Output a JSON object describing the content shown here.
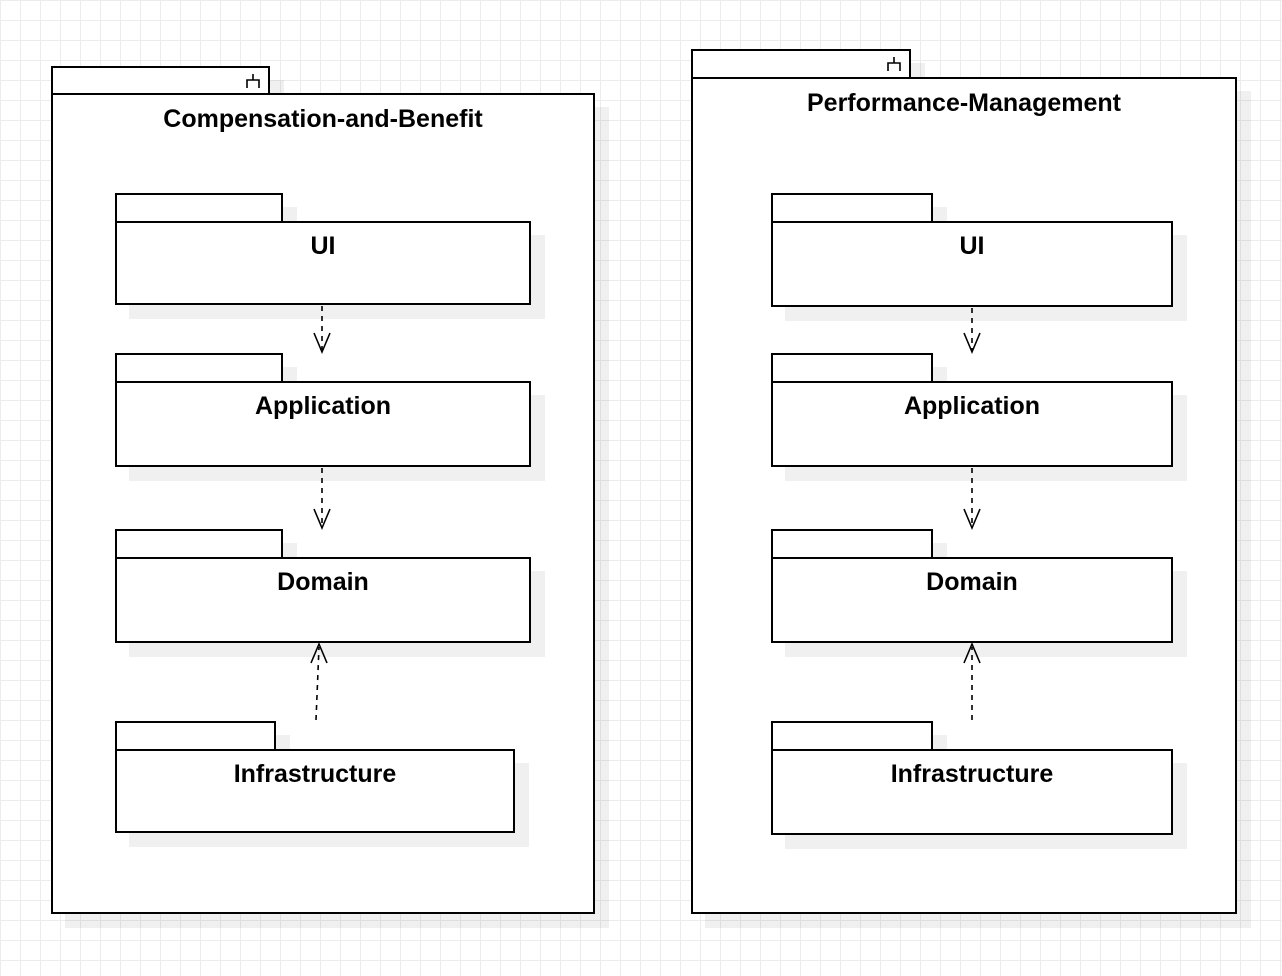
{
  "colors": {
    "stroke": "#000000",
    "fill": "#ffffff",
    "grid": "#ececec"
  },
  "contexts": [
    {
      "title": "Compensation-and-Benefit",
      "icon": "component-icon",
      "layers": {
        "ui": "UI",
        "application": "Application",
        "domain": "Domain",
        "infrastructure": "Infrastructure"
      }
    },
    {
      "title": "Performance-Management",
      "icon": "component-icon",
      "layers": {
        "ui": "UI",
        "application": "Application",
        "domain": "Domain",
        "infrastructure": "Infrastructure"
      }
    }
  ],
  "relations": [
    {
      "from": "UI",
      "to": "Application",
      "style": "dashed-open-arrow"
    },
    {
      "from": "Application",
      "to": "Domain",
      "style": "dashed-open-arrow"
    },
    {
      "from": "Infrastructure",
      "to": "Domain",
      "style": "dashed-open-arrow"
    }
  ]
}
